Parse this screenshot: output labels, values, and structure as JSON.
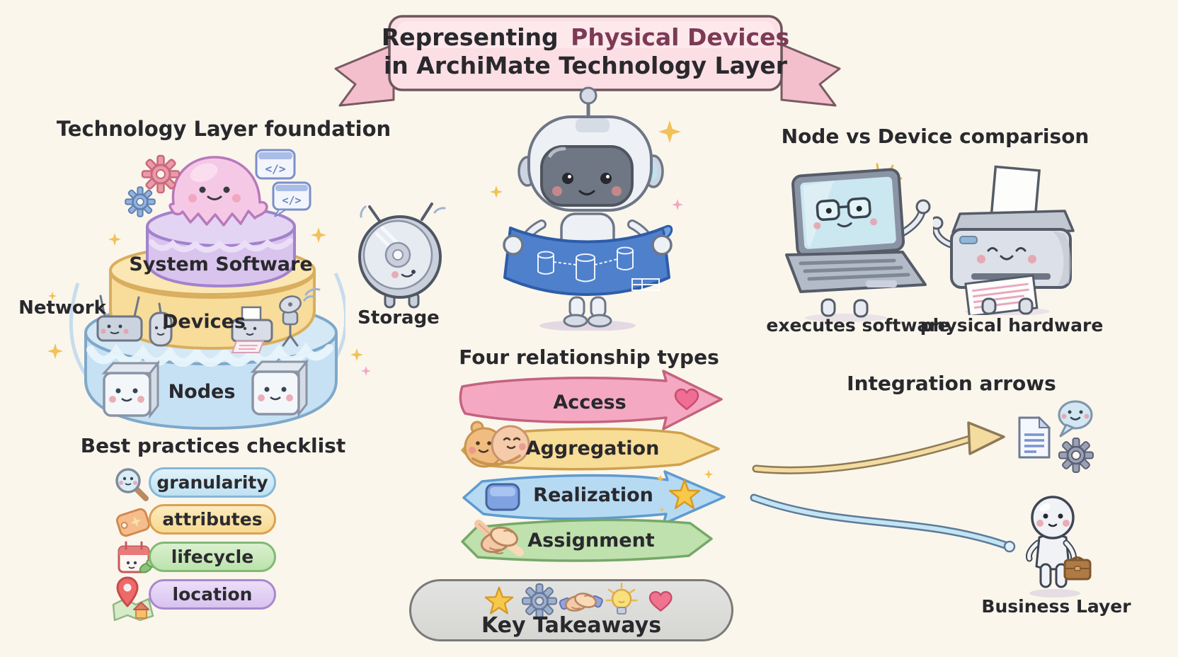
{
  "title": {
    "prefix": "Representing",
    "highlight": "Physical Devices",
    "line2": "in ArchiMate Technology Layer"
  },
  "foundation": {
    "heading": "Technology Layer foundation",
    "layer_top": "System Software",
    "layer_middle": "Devices",
    "layer_bottom": "Nodes",
    "label_network": "Network",
    "label_storage": "Storage"
  },
  "checklist": {
    "heading": "Best practices checklist",
    "items": [
      {
        "label": "granularity"
      },
      {
        "label": "attributes"
      },
      {
        "label": "lifecycle"
      },
      {
        "label": "location"
      }
    ]
  },
  "relationships": {
    "heading": "Four relationship types",
    "items": [
      {
        "label": "Access"
      },
      {
        "label": "Aggregation"
      },
      {
        "label": "Realization"
      },
      {
        "label": "Assignment"
      }
    ]
  },
  "takeaways": {
    "label": "Key Takeaways"
  },
  "comparison": {
    "heading": "Node vs Device comparison",
    "node_caption": "executes software",
    "device_caption": "physical hardware"
  },
  "integration": {
    "heading": "Integration arrows",
    "business_label": "Business Layer"
  },
  "glyphs": {
    "code": "</>"
  },
  "colors": {
    "background": "#FAF6EC",
    "banner_pink": "#FBDFE5",
    "highlight_text": "#7D3A55",
    "access_pink": "#F5A8C2",
    "aggregation_yellow": "#F8DD96",
    "realization_blue": "#B7DAF3",
    "assignment_green": "#BFE1AE",
    "takeaways_gray": "#DCDCDA"
  }
}
